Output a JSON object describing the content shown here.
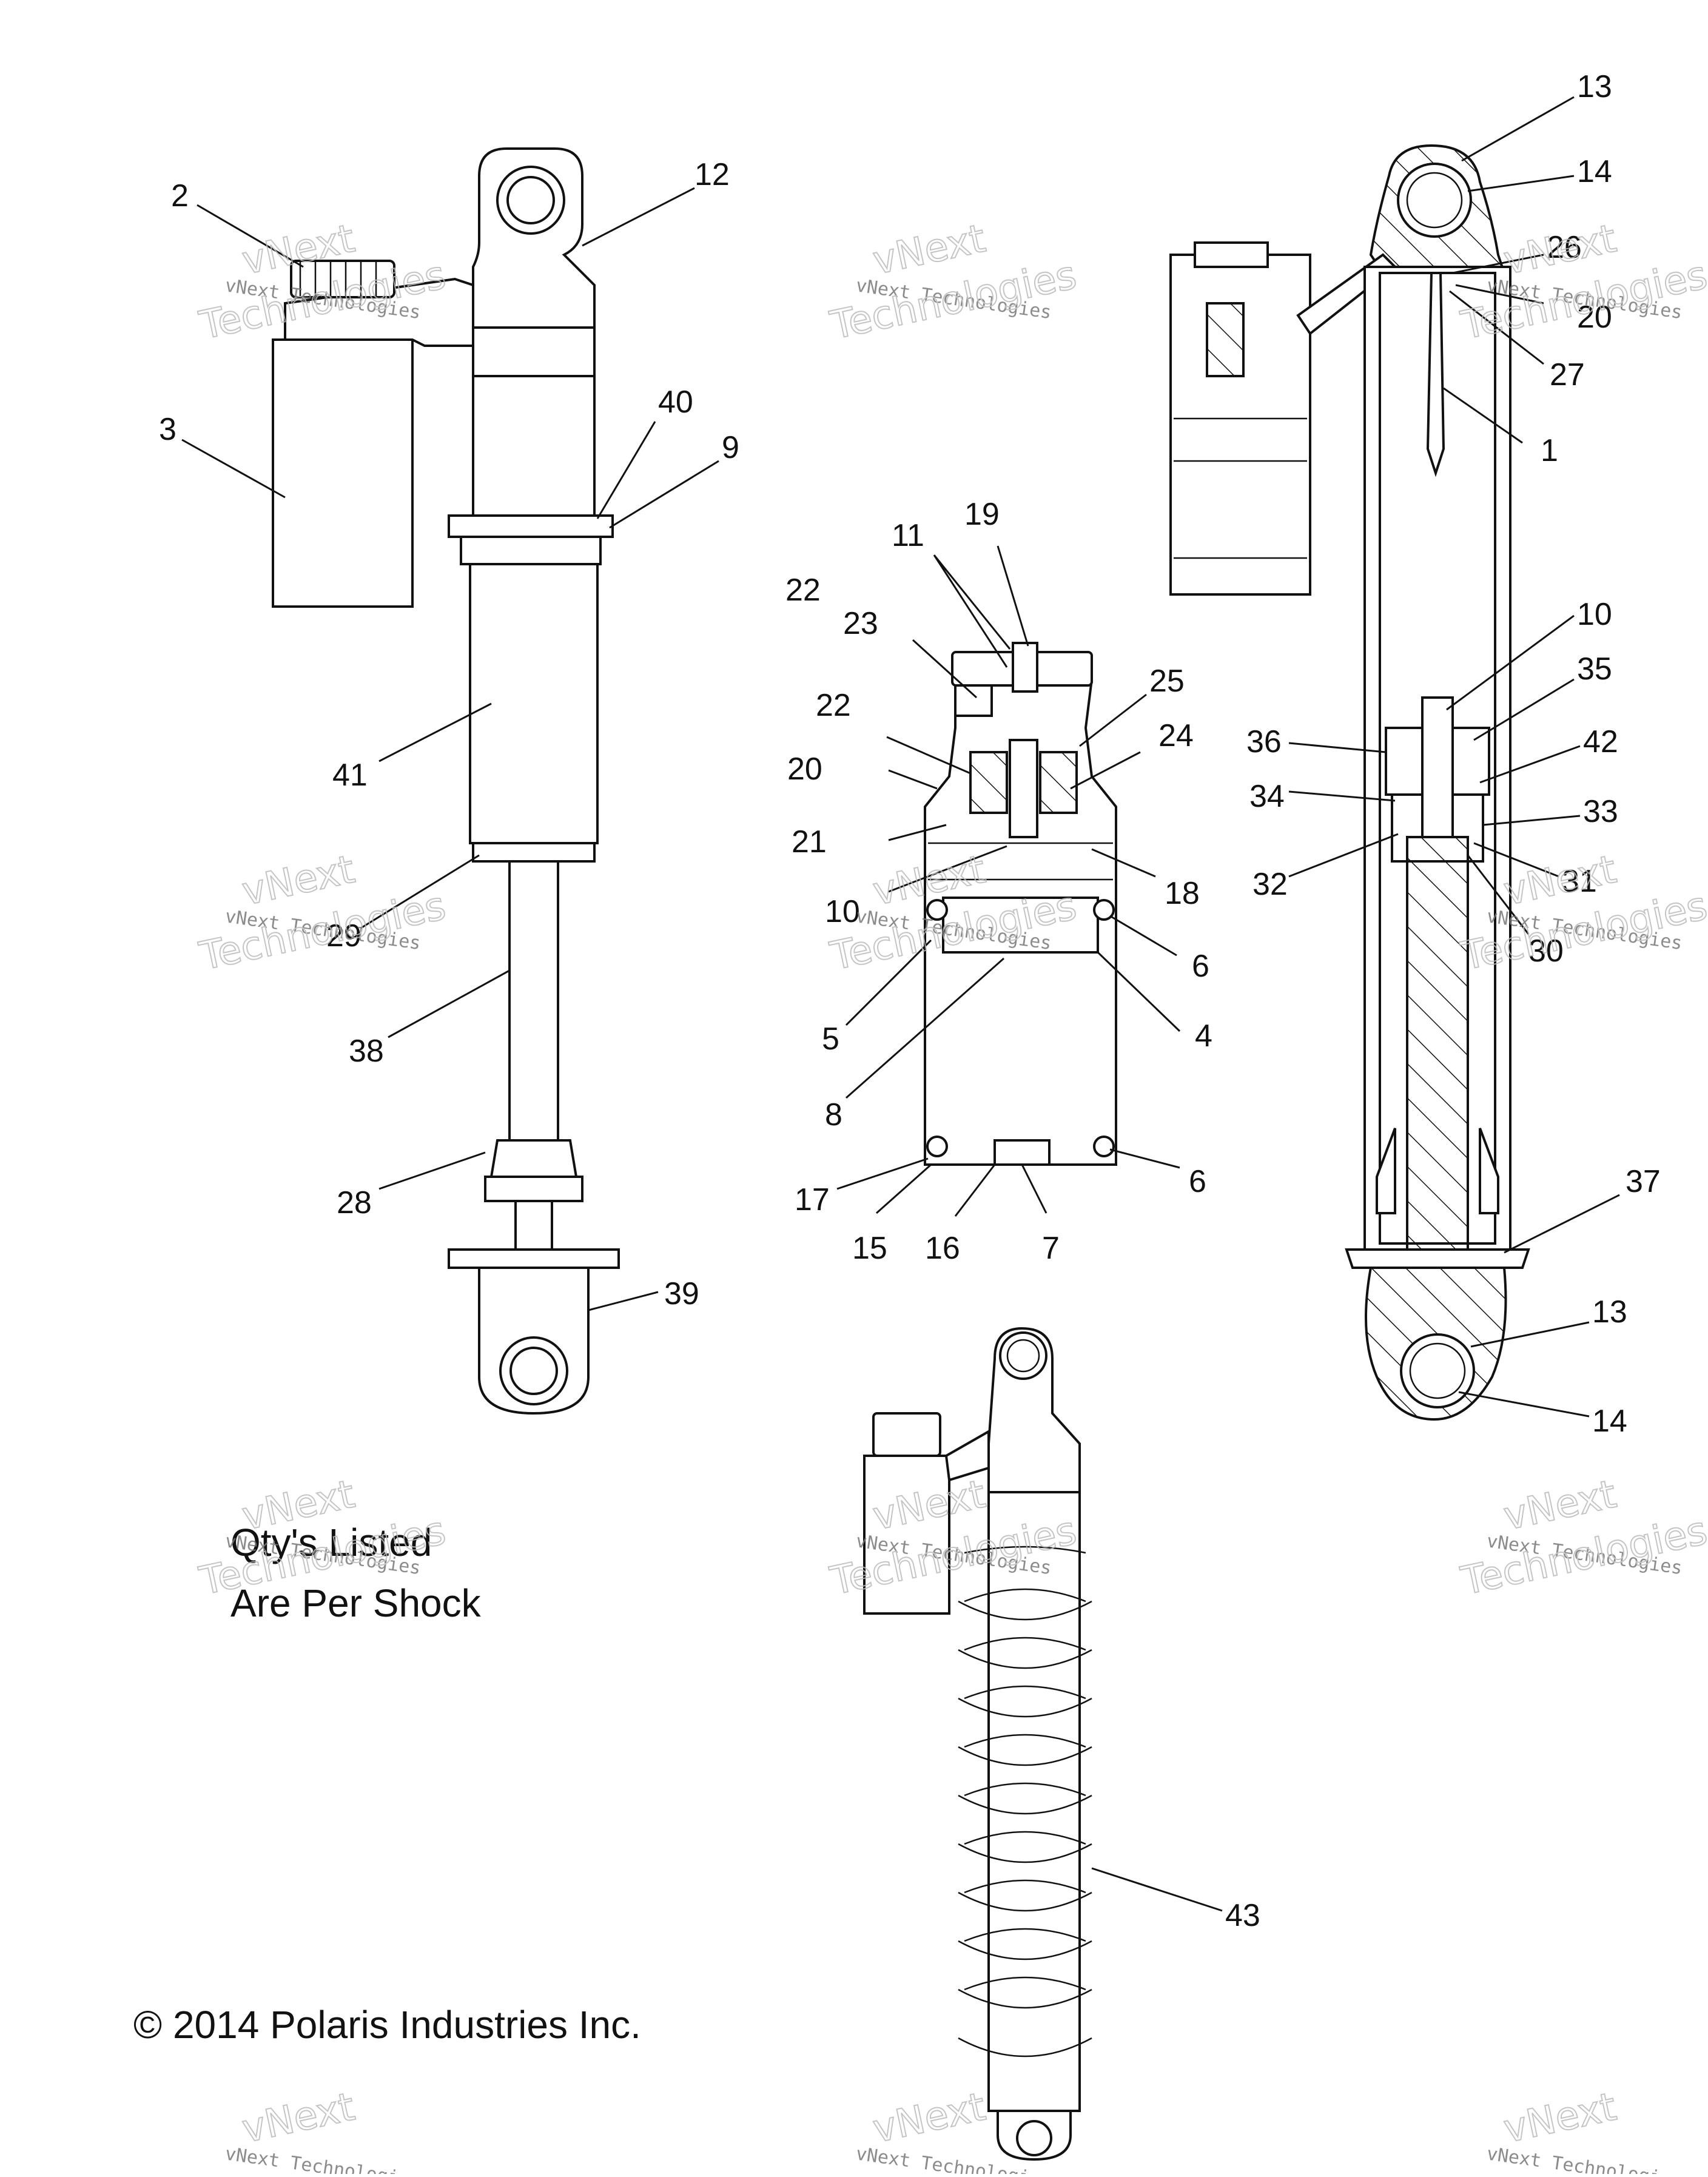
{
  "callouts": [
    {
      "id": "c2",
      "text": "2"
    },
    {
      "id": "c12",
      "text": "12"
    },
    {
      "id": "c3",
      "text": "3"
    },
    {
      "id": "c40",
      "text": "40"
    },
    {
      "id": "c9",
      "text": "9"
    },
    {
      "id": "c41",
      "text": "41"
    },
    {
      "id": "c29",
      "text": "29"
    },
    {
      "id": "c38",
      "text": "38"
    },
    {
      "id": "c28",
      "text": "28"
    },
    {
      "id": "c39",
      "text": "39"
    },
    {
      "id": "c11",
      "text": "11"
    },
    {
      "id": "c19",
      "text": "19"
    },
    {
      "id": "c22a",
      "text": "22"
    },
    {
      "id": "c23",
      "text": "23"
    },
    {
      "id": "c22b",
      "text": "22"
    },
    {
      "id": "c25",
      "text": "25"
    },
    {
      "id": "c24",
      "text": "24"
    },
    {
      "id": "c20a",
      "text": "20"
    },
    {
      "id": "c21",
      "text": "21"
    },
    {
      "id": "c10a",
      "text": "10"
    },
    {
      "id": "c18",
      "text": "18"
    },
    {
      "id": "c6a",
      "text": "6"
    },
    {
      "id": "c5",
      "text": "5"
    },
    {
      "id": "c4",
      "text": "4"
    },
    {
      "id": "c8",
      "text": "8"
    },
    {
      "id": "c17",
      "text": "17"
    },
    {
      "id": "c6b",
      "text": "6"
    },
    {
      "id": "c15",
      "text": "15"
    },
    {
      "id": "c16",
      "text": "16"
    },
    {
      "id": "c7",
      "text": "7"
    },
    {
      "id": "c13a",
      "text": "13"
    },
    {
      "id": "c14a",
      "text": "14"
    },
    {
      "id": "c26",
      "text": "26"
    },
    {
      "id": "c20b",
      "text": "20"
    },
    {
      "id": "c27",
      "text": "27"
    },
    {
      "id": "c1",
      "text": "1"
    },
    {
      "id": "c10b",
      "text": "10"
    },
    {
      "id": "c35",
      "text": "35"
    },
    {
      "id": "c36",
      "text": "36"
    },
    {
      "id": "c42",
      "text": "42"
    },
    {
      "id": "c34",
      "text": "34"
    },
    {
      "id": "c33",
      "text": "33"
    },
    {
      "id": "c32",
      "text": "32"
    },
    {
      "id": "c31",
      "text": "31"
    },
    {
      "id": "c30",
      "text": "30"
    },
    {
      "id": "c37",
      "text": "37"
    },
    {
      "id": "c13b",
      "text": "13"
    },
    {
      "id": "c14b",
      "text": "14"
    },
    {
      "id": "c43",
      "text": "43"
    }
  ],
  "note": {
    "line1": "Qty's Listed",
    "line2": "Are Per Shock"
  },
  "copyright": "© 2014 Polaris Industries Inc.",
  "watermark": {
    "line1": "vNext Technologies",
    "line2": "Technologies",
    "line3": "vNext"
  }
}
